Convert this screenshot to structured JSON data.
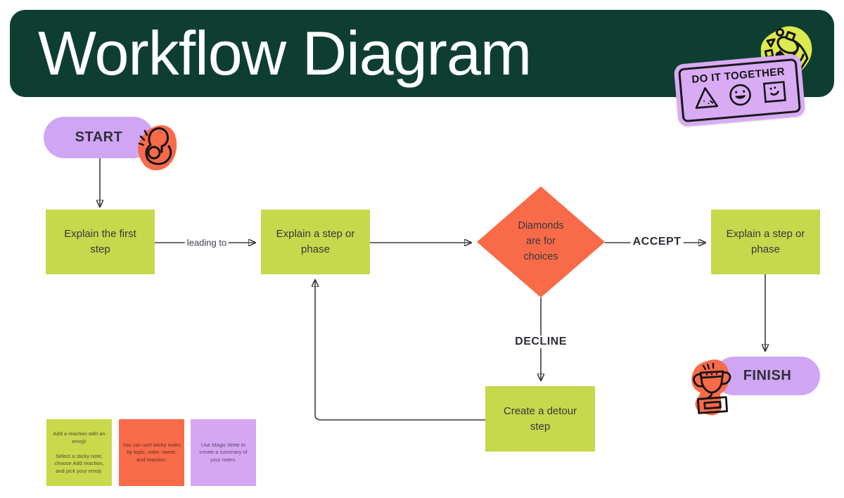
{
  "header": {
    "title": "Workflow Diagram",
    "bg_color": "#0e3e32"
  },
  "badge": {
    "label": "DO IT TOGETHER",
    "bg_color": "#d9abf5",
    "icons": [
      "triangle-face-icon",
      "smiley-circle-icon",
      "square-face-icon"
    ]
  },
  "stickers": {
    "ok_hand": "ok-hand-icon",
    "party_popper": "party-popper-icon",
    "trophy": "trophy-icon",
    "color": "#f96a49",
    "popper_color": "#dce94f"
  },
  "flow": {
    "start": {
      "label": "START",
      "color": "#d0a6f4"
    },
    "finish": {
      "label": "FINISH",
      "color": "#d0a6f4"
    },
    "boxes": [
      {
        "id": "first-step",
        "text": "Explain the first\nstep",
        "color": "#c6d84b"
      },
      {
        "id": "step-or-phase",
        "text": "Explain a step or\nphase",
        "color": "#c6d84b"
      },
      {
        "id": "step-or-phase-2",
        "text": "Explain a step or\nphase",
        "color": "#c6d84b"
      },
      {
        "id": "detour-step",
        "text": "Create a detour\nstep",
        "color": "#c6d84b"
      }
    ],
    "decision": {
      "text": "Diamonds\nare for\nchoices",
      "color": "#f96a49"
    },
    "edge_labels": {
      "leading_to": "leading to",
      "accept": "ACCEPT",
      "decline": "DECLINE"
    },
    "arrow_color": "#3a3d43"
  },
  "sticky_notes": [
    {
      "color": "#c9d94c",
      "text": "Add a reaction with an\nemoji!\n\nSelect a sticky note,\nchoose Add reaction,\nand pick your emoji."
    },
    {
      "color": "#f96b49",
      "text": "You can sort sticky notes\nby topic, color, name,\nand reaction."
    },
    {
      "color": "#d5a6f2",
      "text": "Use Magic Write to\ncreate a summary of\nyour notes."
    }
  ]
}
